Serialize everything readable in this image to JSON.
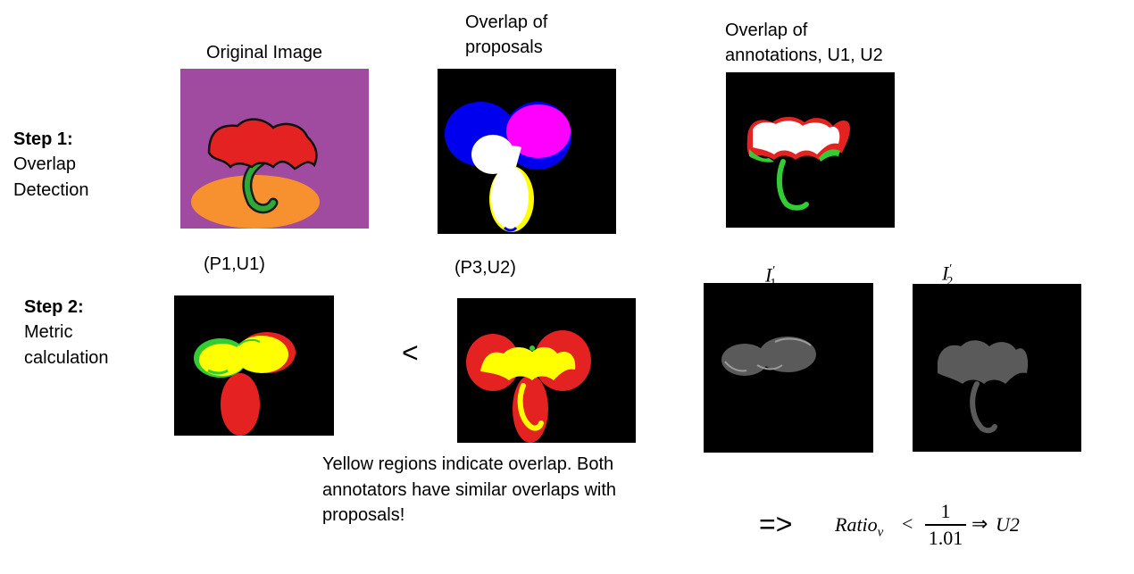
{
  "step1": {
    "title": "Step 1:",
    "line1": "Overlap",
    "line2": "Detection"
  },
  "step2": {
    "title": "Step 2:",
    "line1": "Metric",
    "line2": "calculation"
  },
  "labels": {
    "original": "Original Image",
    "proposals_line1": "Overlap of",
    "proposals_line2": "proposals",
    "annotations_line1": "Overlap of",
    "annotations_line2": "annotations, U1, U2",
    "p1u1": "(P1,U1)",
    "p3u2": "(P3,U2)",
    "i1_base": "I",
    "i1_prime": "′",
    "i1_sub": "1",
    "i2_base": "I",
    "i2_prime": "′",
    "i2_sub": "2"
  },
  "comparison": "<",
  "note": {
    "line1": "Yellow regions indicate overlap. Both",
    "line2": "annotators have similar overlaps with",
    "line3": "proposals!"
  },
  "conclusion": {
    "arrow": "=>",
    "ratio": "Ratio",
    "ratio_sub": "v",
    "less_than": "<",
    "numerator": "1",
    "denominator": "1.01",
    "implies": "⇒",
    "result": "U2"
  },
  "colors": {
    "purple_bg": "#a04aa0",
    "red": "#e52222",
    "orange": "#f7902f",
    "green": "#33cc33",
    "blue": "#0000ee",
    "magenta": "#ff00ff",
    "yellow": "#ffff00",
    "gray": "#5a5a5a",
    "black": "#000000"
  }
}
